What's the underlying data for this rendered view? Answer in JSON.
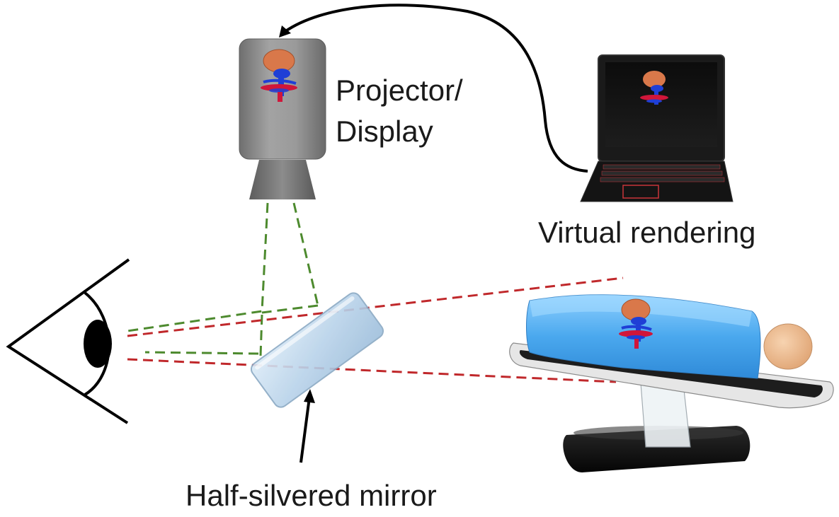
{
  "labels": {
    "projector": [
      "Projector/",
      "Display"
    ],
    "laptop": "Virtual rendering",
    "mirror": "Half-silvered mirror"
  },
  "colors": {
    "background": "#ffffff",
    "projector_body": "#8e8e8e",
    "cable": "#000000",
    "green_rays": "#4d8a2e",
    "red_rays": "#c0282b",
    "mirror": "#b9d3ea",
    "blanket": "#4aa8ee",
    "head": "#f2c49b",
    "liver": "#d9784a",
    "vessels_blue": "#1f3fd6",
    "vessels_red": "#d0163a"
  },
  "icons": [
    "eye-icon",
    "projector-icon",
    "laptop-icon",
    "mirror-icon",
    "patient-table-icon",
    "organ-model-icon"
  ]
}
